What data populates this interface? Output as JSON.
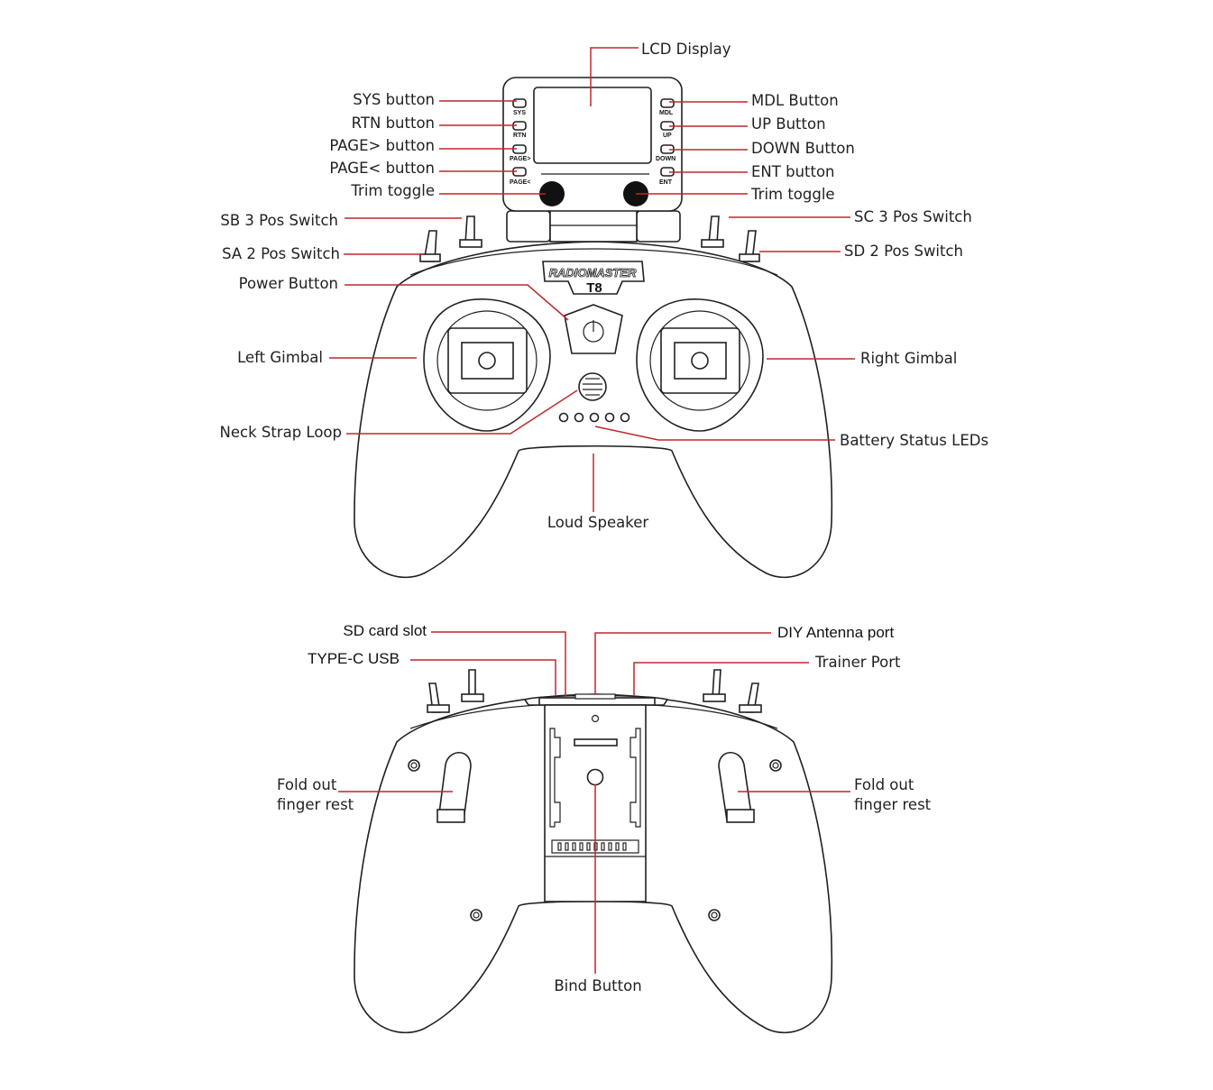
{
  "front_view": {
    "labels": {
      "lcd_display": "LCD Display",
      "sys_button": "SYS button",
      "rtn_button": "RTN button",
      "page_next_button": "PAGE> button",
      "page_prev_button": "PAGE< button",
      "trim_toggle_left": "Trim toggle",
      "mdl_button": "MDL Button",
      "up_button": "UP Button",
      "down_button": "DOWN Button",
      "ent_button": "ENT button",
      "trim_toggle_right": "Trim toggle",
      "sb_switch": "SB 3 Pos Switch",
      "sa_switch": "SA 2 Pos Switch",
      "sc_switch": "SC 3 Pos Switch",
      "sd_switch": "SD 2 Pos Switch",
      "power_button": "Power Button",
      "left_gimbal": "Left Gimbal",
      "right_gimbal": "Right Gimbal",
      "neck_strap_loop": "Neck Strap Loop",
      "battery_leds": "Battery Status LEDs",
      "loud_speaker": "Loud Speaker"
    },
    "button_marks": {
      "sys": "SYS",
      "rtn": "RTN",
      "page_next": "PAGE>",
      "page_prev": "PAGE<",
      "mdl": "MDL",
      "up": "UP",
      "down": "DOWN",
      "ent": "ENT"
    },
    "logo": {
      "brand": "RADIOMASTER",
      "model": "T8"
    }
  },
  "back_view": {
    "labels": {
      "sd_card_slot": "SD card slot",
      "type_c_usb": "TYPE-C USB",
      "diy_antenna_port": "DIY Antenna port",
      "trainer_port": "Trainer Port",
      "fold_left_1": "Fold out",
      "fold_left_2": "finger rest",
      "fold_right_1": "Fold out",
      "fold_right_2": "finger rest",
      "bind_button": "Bind Button"
    }
  },
  "colors": {
    "leader": "#c1272d",
    "outline": "#231f20"
  }
}
